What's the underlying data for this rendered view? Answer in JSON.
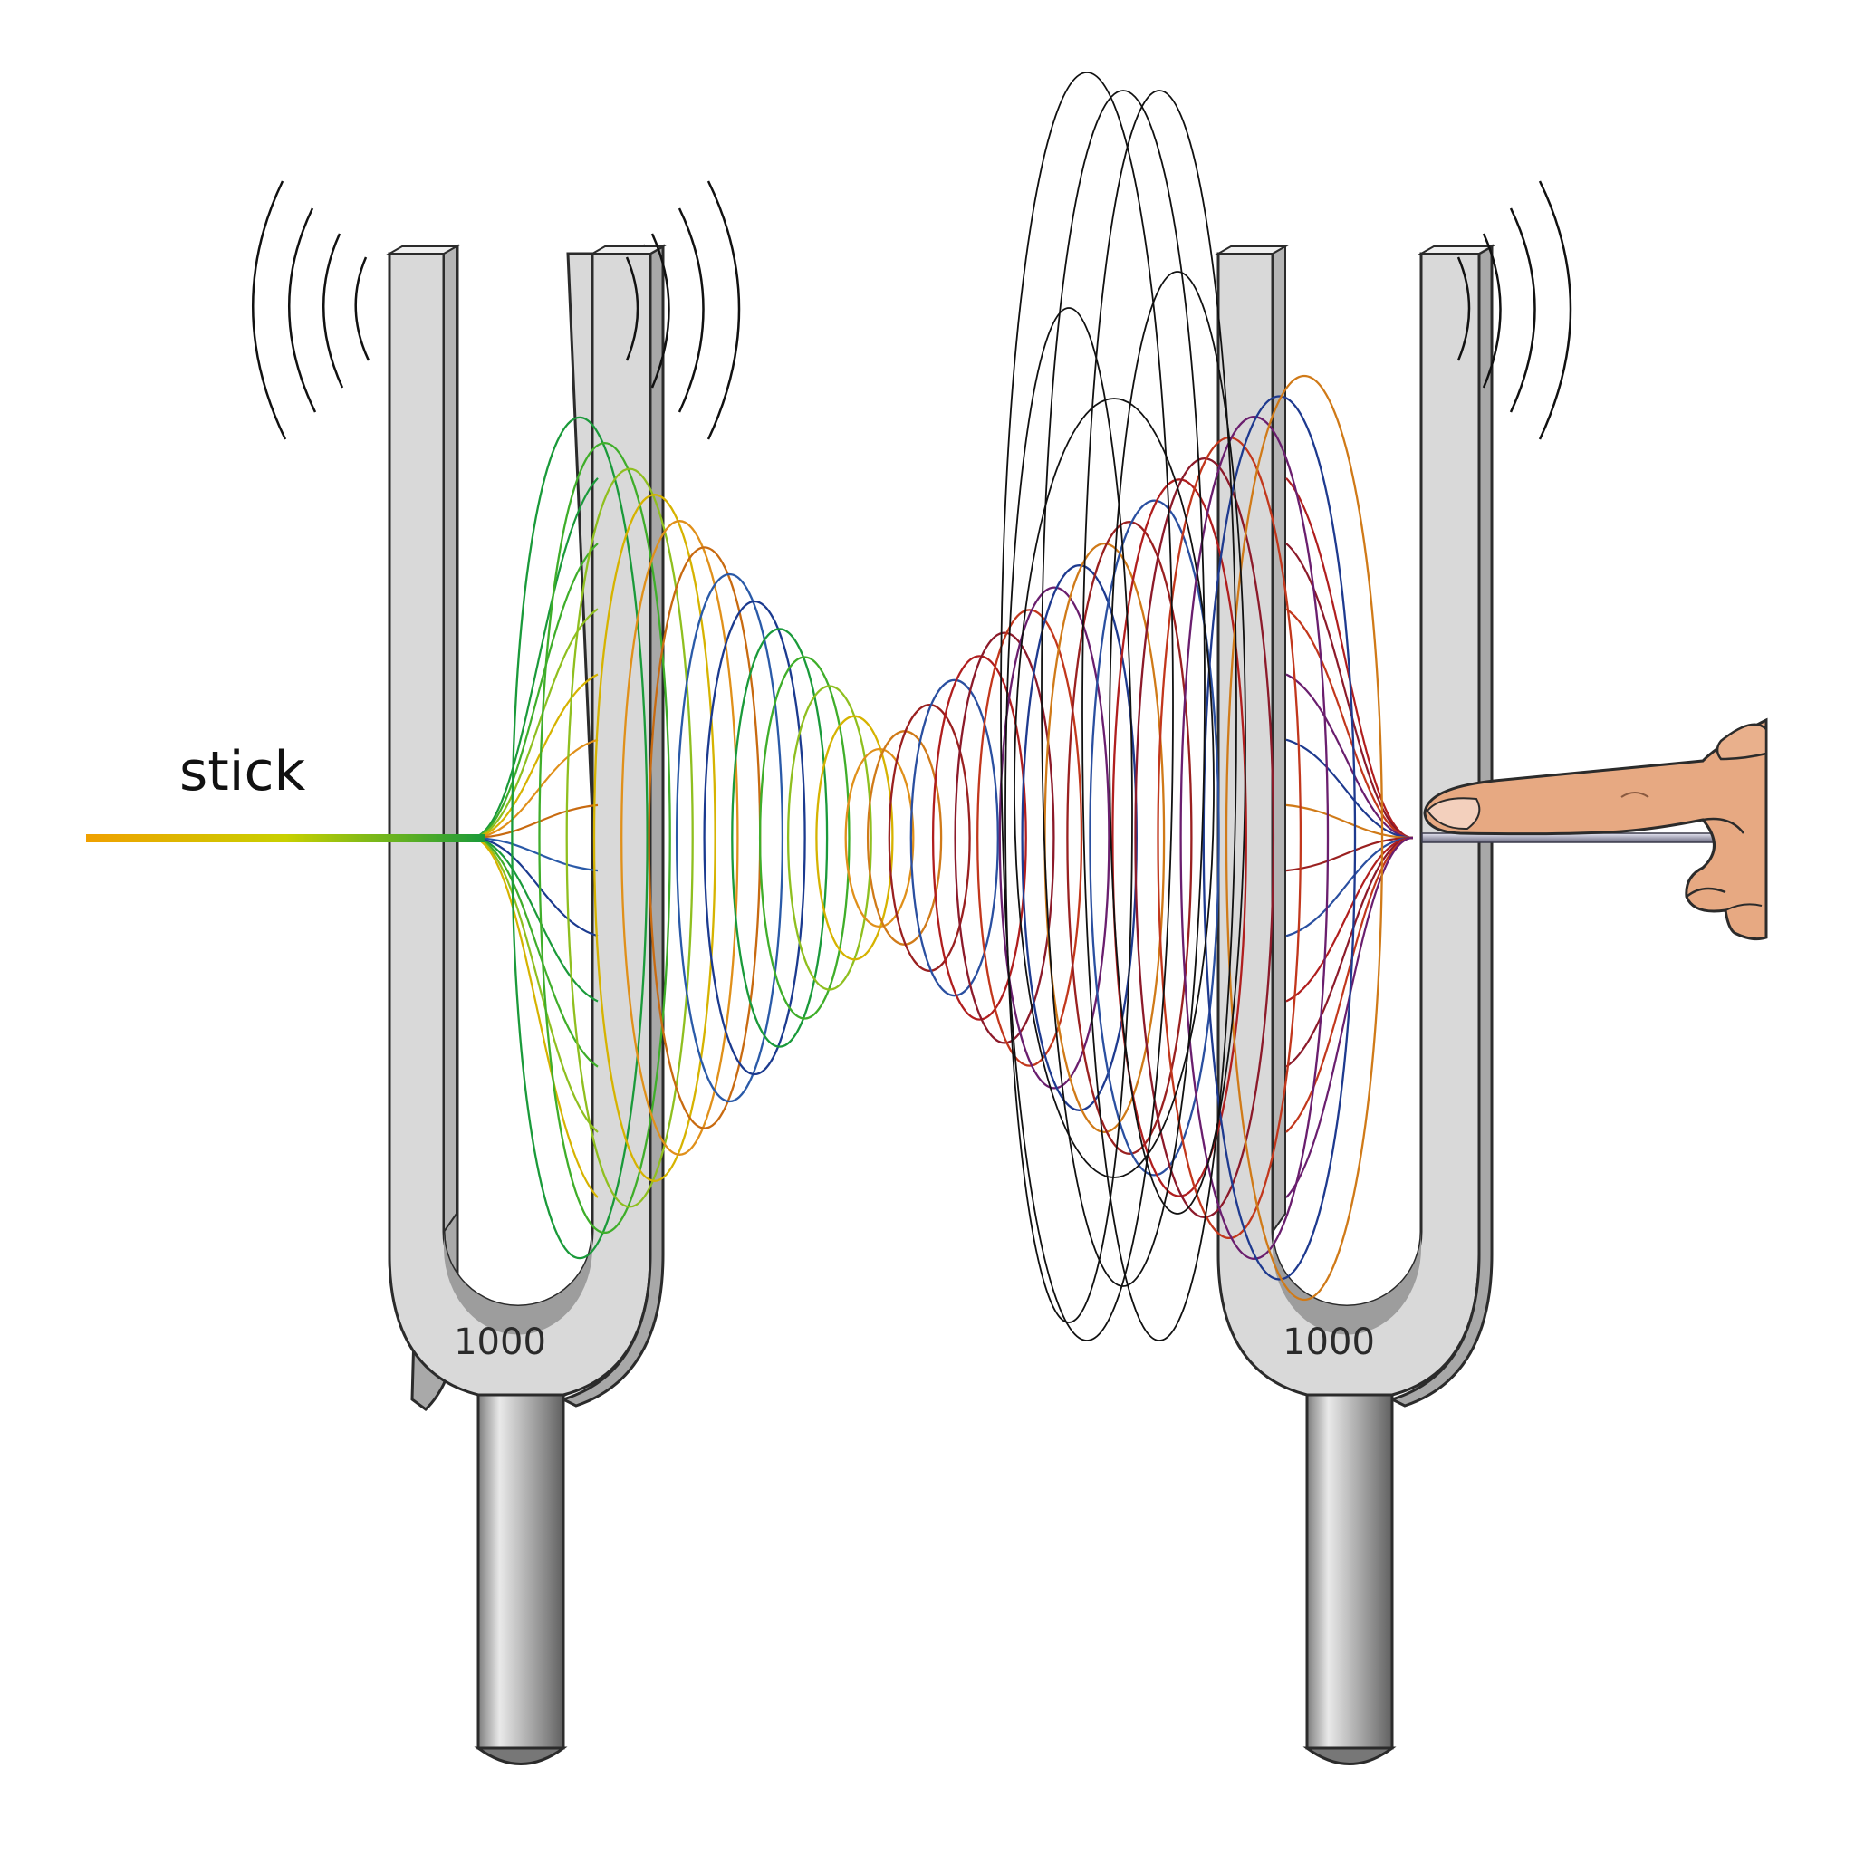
{
  "stick_label": "stick",
  "forks": [
    {
      "frequency": "1000"
    },
    {
      "frequency": "1000"
    }
  ],
  "icons": [
    "tuning-fork-icon",
    "tuning-fork-icon",
    "hand-icon",
    "stick-icon",
    "sound-wave-icon"
  ],
  "colors": {
    "fork_face": "#d9d9d9",
    "fork_side": "#a7a7a7",
    "outline": "#2b2b2b",
    "wave_lines": "#111111",
    "skin": "#e7a982"
  }
}
